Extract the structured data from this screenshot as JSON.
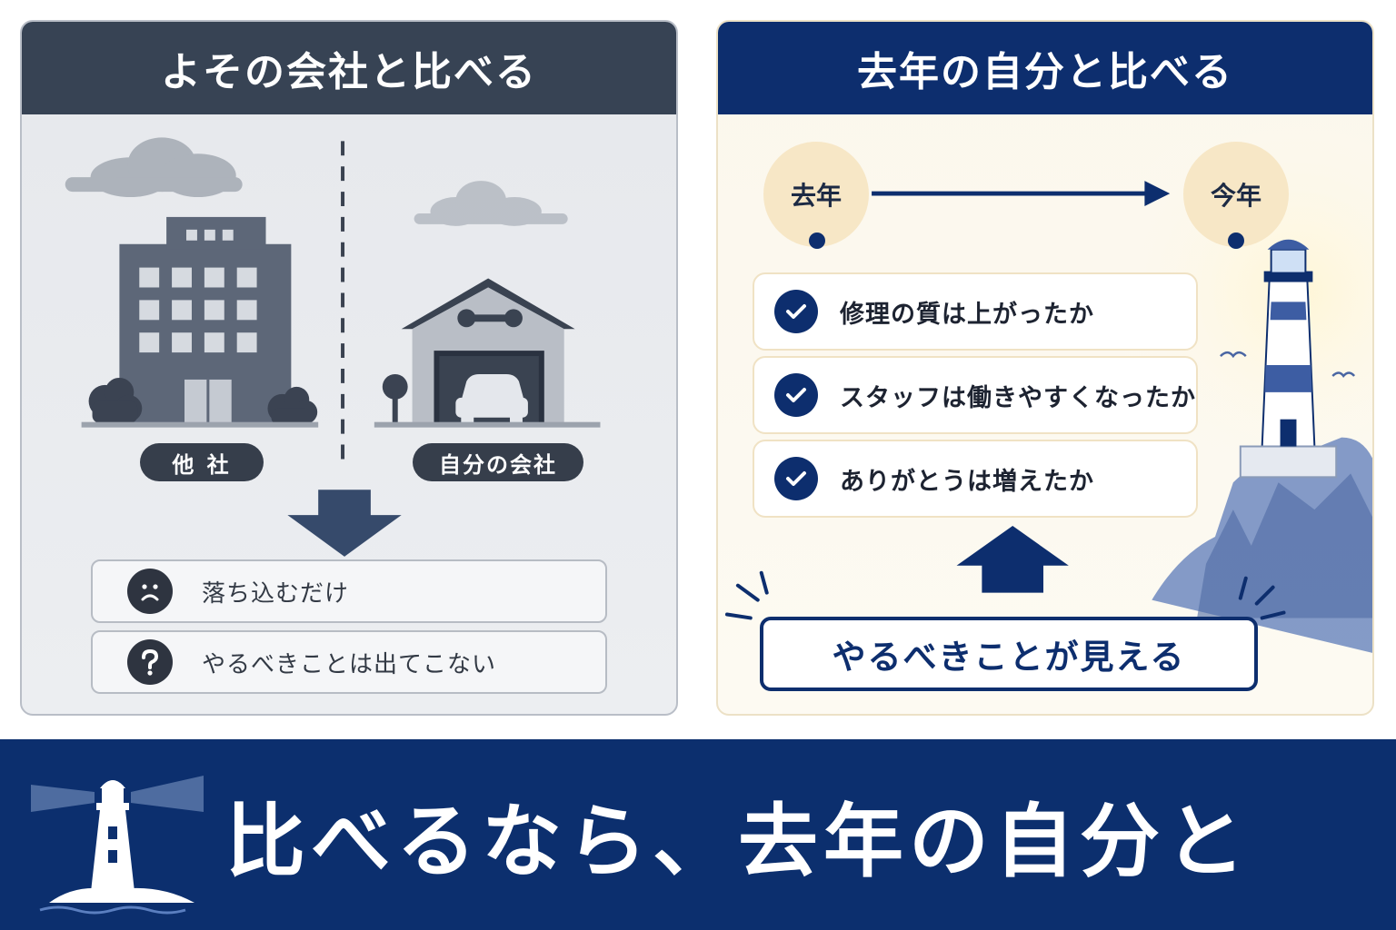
{
  "left_panel": {
    "title": "よその会社と比べる",
    "labels": {
      "other_company": "他 社",
      "own_company": "自分の会社"
    },
    "results": [
      {
        "icon": "sad-face-icon",
        "text": "落ち込むだけ"
      },
      {
        "icon": "question-mark-icon",
        "text": "やるべきことは出てこない"
      }
    ]
  },
  "right_panel": {
    "title": "去年の自分と比べる",
    "timeline": {
      "from": "去年",
      "to": "今年"
    },
    "checklist": [
      "修理の質は上がったか",
      "スタッフは働きやすくなったか",
      "ありがとうは増えたか"
    ],
    "conclusion": "やるべきことが見える"
  },
  "banner": {
    "title": "比べるなら、去年の自分と"
  },
  "colors": {
    "navy": "#0c2f6e",
    "slate_header": "#374354",
    "cream": "#f7e7c6",
    "grey_panel": "#e8eaee"
  }
}
